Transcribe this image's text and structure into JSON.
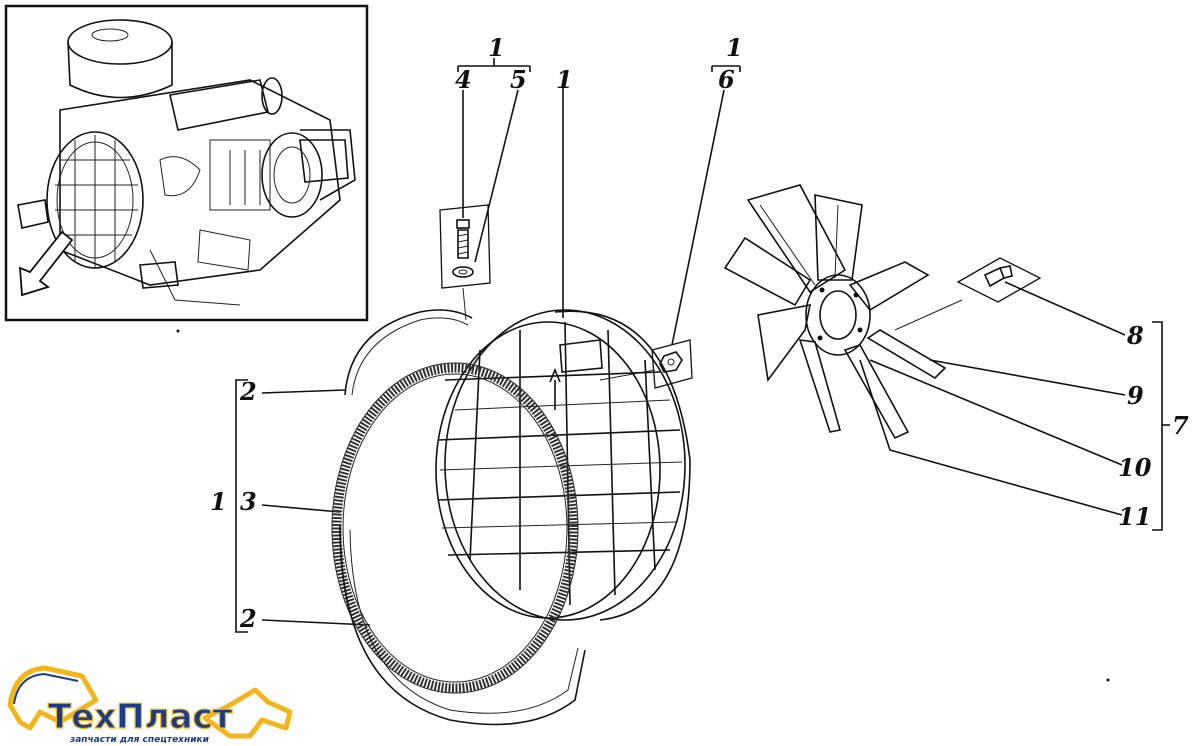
{
  "callouts": {
    "c1_top_a": "1",
    "c4": "4",
    "c5": "5",
    "c1_top_b": "1",
    "c1_top_c": "1",
    "c6": "6",
    "c2_upper": "2",
    "c1_left": "1",
    "c3": "3",
    "c2_lower": "2",
    "c8": "8",
    "c9": "9",
    "c7": "7",
    "c10": "10",
    "c11": "11"
  },
  "logo": {
    "name": "ТехПласт",
    "tagline": "запчасти для спецтехники",
    "accent_color": "#f2b51c",
    "text_color": "#1a3c8c"
  },
  "icons": [
    "engine-inset-drawing",
    "arrow-icon",
    "fan-shroud-drawing",
    "fan-blades-drawing",
    "excavator-logo-icon"
  ]
}
